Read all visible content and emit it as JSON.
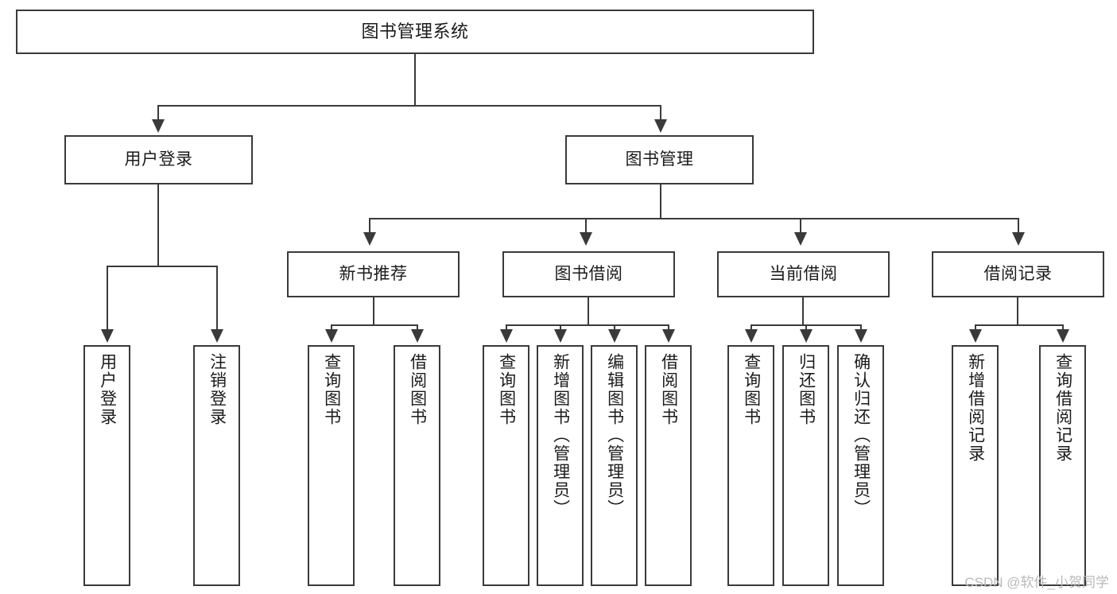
{
  "diagram": {
    "title": "图书管理系统",
    "watermark": "CSDN @软件_小贺同学",
    "levels": {
      "root": {
        "label": "图书管理系统"
      },
      "level2": [
        {
          "label": "用户登录"
        },
        {
          "label": "图书管理"
        }
      ],
      "level3": [
        {
          "label": "新书推荐"
        },
        {
          "label": "图书借阅"
        },
        {
          "label": "当前借阅"
        },
        {
          "label": "借阅记录"
        }
      ],
      "leaves": {
        "user_login": [
          {
            "label": "用户登录"
          },
          {
            "label": "注销登录"
          }
        ],
        "new_book_recommend": [
          {
            "label": "查询图书"
          },
          {
            "label": "借阅图书"
          }
        ],
        "book_borrow": [
          {
            "label": "查询图书"
          },
          {
            "label": "新增图书（管理员）"
          },
          {
            "label": "编辑图书（管理员）"
          },
          {
            "label": "借阅图书"
          }
        ],
        "current_borrow": [
          {
            "label": "查询图书"
          },
          {
            "label": "归还图书"
          },
          {
            "label": "确认归还（管理员）"
          }
        ],
        "borrow_record": [
          {
            "label": "新增借阅记录"
          },
          {
            "label": "查询借阅记录"
          }
        ]
      }
    },
    "colors": {
      "stroke": "#3a3a3a",
      "text": "#1b1b1b",
      "background": "#ffffff",
      "watermark": "#b9b9b9"
    }
  }
}
